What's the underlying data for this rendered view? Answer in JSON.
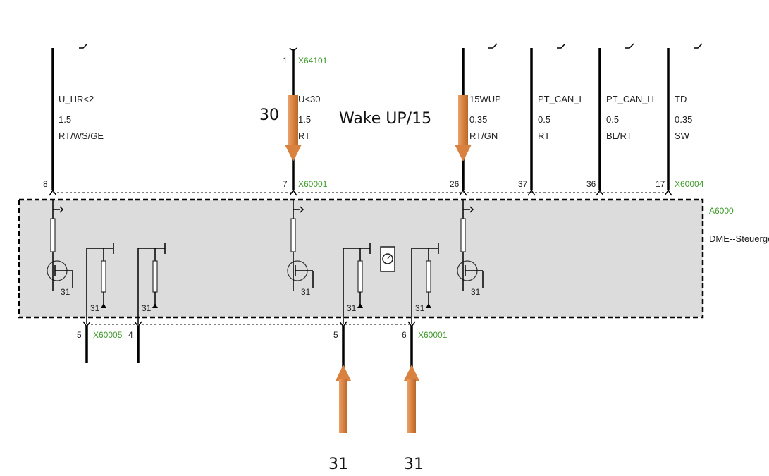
{
  "wires_top": [
    {
      "signal": "U_HR<2",
      "section": "1.5",
      "color": "RT/WS/GE",
      "pin": "8",
      "connector": ""
    },
    {
      "top_pin": "1",
      "top_connector": "X64101",
      "signal": "U<30",
      "section": "1.5",
      "color": "RT",
      "pin": "7",
      "connector": "X60001"
    },
    {
      "signal": "15WUP",
      "section": "0.35",
      "color": "RT/GN",
      "pin": "26",
      "connector": ""
    },
    {
      "signal": "PT_CAN_L",
      "section": "0.5",
      "color": "RT",
      "pin": "37",
      "connector": ""
    },
    {
      "signal": "PT_CAN_H",
      "section": "0.5",
      "color": "BL/RT",
      "pin": "36",
      "connector": ""
    },
    {
      "signal": "TD",
      "section": "0.35",
      "color": "SW",
      "pin": "17",
      "connector": "X60004"
    }
  ],
  "module": {
    "id": "A6000",
    "name": "DME--Steuergerät"
  },
  "ground_label": "31",
  "bottom_pins": [
    {
      "pin": "5",
      "connector": "X60005"
    },
    {
      "pin": "4",
      "connector": ""
    },
    {
      "pin": "5",
      "connector": ""
    },
    {
      "pin": "6",
      "connector": "X60001"
    }
  ],
  "annotations": {
    "left_arrow": "30",
    "wake": "Wake UP/15",
    "bottom_left": "31",
    "bottom_right": "31"
  },
  "colors": {
    "arrow": "#d9823f",
    "module_fill": "#dcdcdc",
    "connector_text": "#3c9a28"
  }
}
